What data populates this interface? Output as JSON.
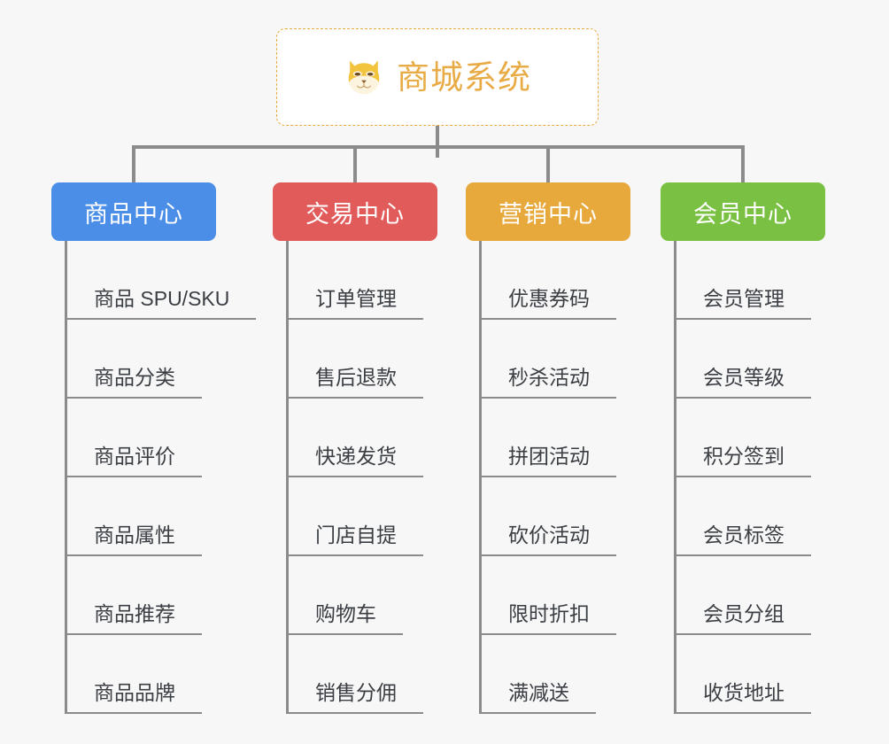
{
  "background_color": "#f7f7f7",
  "root": {
    "title": "商城系统",
    "icon": "shiba-dog-face-icon",
    "text_color": "#e8ab45",
    "border_color": "#e8a93c",
    "fill_color": "#ffffff"
  },
  "connector_color": "#8b8b8b",
  "branches": [
    {
      "label": "商品中心",
      "color": "#4a8ee8",
      "items": [
        "商品 SPU/SKU",
        "商品分类",
        "商品评价",
        "商品属性",
        "商品推荐",
        "商品品牌"
      ]
    },
    {
      "label": "交易中心",
      "color": "#e25b5b",
      "items": [
        "订单管理",
        "售后退款",
        "快递发货",
        "门店自提",
        "购物车",
        "销售分佣"
      ]
    },
    {
      "label": "营销中心",
      "color": "#e8a93c",
      "items": [
        "优惠券码",
        "秒杀活动",
        "拼团活动",
        "砍价活动",
        "限时折扣",
        "满减送"
      ]
    },
    {
      "label": "会员中心",
      "color": "#7ac143",
      "items": [
        "会员管理",
        "会员等级",
        "积分签到",
        "会员标签",
        "会员分组",
        "收货地址"
      ]
    }
  ]
}
